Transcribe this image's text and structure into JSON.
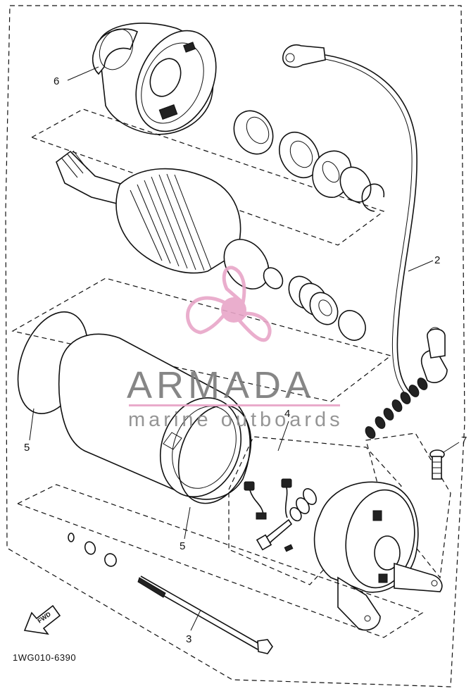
{
  "diagram": {
    "drawing_code": "1WG010-6390",
    "direction_badge": "FWD",
    "callouts": [
      {
        "number": "2"
      },
      {
        "number": "3"
      },
      {
        "number": "4"
      },
      {
        "number": "5"
      },
      {
        "number": "5"
      },
      {
        "number": "6"
      },
      {
        "number": "7"
      }
    ]
  },
  "watermark": {
    "brand": "ARMADA",
    "tagline": "marine outboards",
    "colors": {
      "logo_pink": "#e8a6c8",
      "text_gray": "#7a7a7a",
      "rule_pink": "#e7a3c6"
    }
  }
}
